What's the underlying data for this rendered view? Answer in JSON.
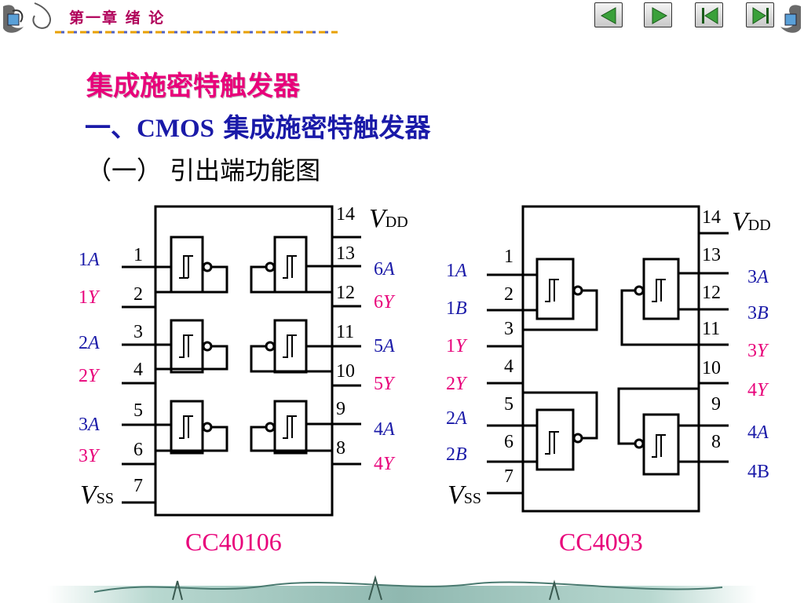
{
  "header": {
    "chapter": "第一章 绪 论",
    "nav_buttons": [
      {
        "name": "prev-slide-button",
        "icon": "triangle-left-icon"
      },
      {
        "name": "next-slide-button",
        "icon": "triangle-right-icon"
      },
      {
        "name": "first-slide-button",
        "icon": "skip-first-icon"
      },
      {
        "name": "last-slide-button",
        "icon": "skip-last-icon"
      }
    ]
  },
  "title": "集成施密特触发器",
  "section": {
    "prefix": "一、",
    "latin": "CMOS",
    "rest": " 集成施密特触发器"
  },
  "subsection": "（一） 引出端功能图",
  "chips": [
    {
      "part": "CC40106",
      "vdd": {
        "main": "V",
        "sub": "DD"
      },
      "vss": {
        "main": "V",
        "sub": "SS"
      },
      "left_pins": [
        "1",
        "2",
        "3",
        "4",
        "5",
        "6",
        "7"
      ],
      "right_pins": [
        "14",
        "13",
        "12",
        "11",
        "10",
        "9",
        "8"
      ],
      "left_labels": [
        {
          "num": "1",
          "sig": "A"
        },
        {
          "num": "1",
          "sig": "Y"
        },
        {
          "num": "2",
          "sig": "A"
        },
        {
          "num": "2",
          "sig": "Y"
        },
        {
          "num": "3",
          "sig": "A"
        },
        {
          "num": "3",
          "sig": "Y"
        }
      ],
      "right_labels": [
        {
          "num": "6",
          "sig": "A"
        },
        {
          "num": "6",
          "sig": "Y"
        },
        {
          "num": "5",
          "sig": "A"
        },
        {
          "num": "5",
          "sig": "Y"
        },
        {
          "num": "4",
          "sig": "A"
        },
        {
          "num": "4",
          "sig": "Y"
        }
      ]
    },
    {
      "part": "CC4093",
      "vdd": {
        "main": "V",
        "sub": "DD"
      },
      "vss": {
        "main": "V",
        "sub": "SS"
      },
      "left_pins": [
        "1",
        "2",
        "3",
        "4",
        "5",
        "6",
        "7"
      ],
      "right_pins": [
        "14",
        "13",
        "12",
        "11",
        "10",
        "9",
        "8"
      ],
      "left_labels": [
        {
          "num": "1",
          "sig": "A"
        },
        {
          "num": "1",
          "sig": "B"
        },
        {
          "num": "1",
          "sig": "Y"
        },
        {
          "num": "2",
          "sig": "Y"
        },
        {
          "num": "2",
          "sig": "A"
        },
        {
          "num": "2",
          "sig": "B"
        }
      ],
      "right_labels": [
        {
          "num": "3",
          "sig": "A"
        },
        {
          "num": "3",
          "sig": "B"
        },
        {
          "num": "3",
          "sig": "Y"
        },
        {
          "num": "4",
          "sig": "Y"
        },
        {
          "num": "4",
          "sig": "A"
        },
        {
          "text": "4B"
        }
      ]
    }
  ],
  "colors": {
    "input_label": "#1a1aa8",
    "output_label": "#e8007a",
    "title": "#e8007a",
    "section": "#1a1aa8"
  }
}
